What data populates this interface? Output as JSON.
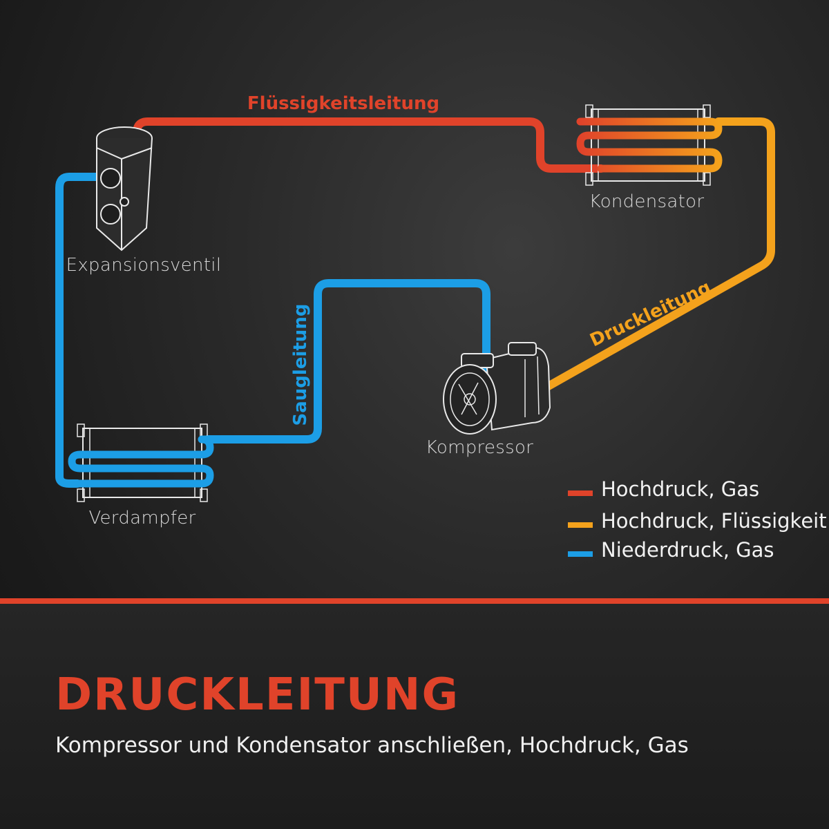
{
  "colors": {
    "high_gas": "#e0432a",
    "high_liquid": "#f4a21c",
    "low_gas": "#1c9ee6",
    "accent": "#e0432a",
    "outline": "#e9e9e9"
  },
  "components": {
    "expansion_valve": "Expansionsventil",
    "condenser": "Kondensator",
    "compressor": "Kompressor",
    "evaporator": "Verdampfer"
  },
  "lines": {
    "liquid_line": "Flüssigkeitsleitung",
    "pressure_line": "Druckleitung",
    "suction_line": "Saugleitung"
  },
  "legend": [
    {
      "label": "Hochdruck, Gas",
      "color": "#e0432a"
    },
    {
      "label": "Hochdruck, Flüssigkeit",
      "color": "#f4a21c"
    },
    {
      "label": "Niederdruck, Gas",
      "color": "#1c9ee6"
    }
  ],
  "footer": {
    "headline": "DRUCKLEITUNG",
    "subline": "Kompressor und Kondensator anschließen, Hochdruck, Gas"
  }
}
